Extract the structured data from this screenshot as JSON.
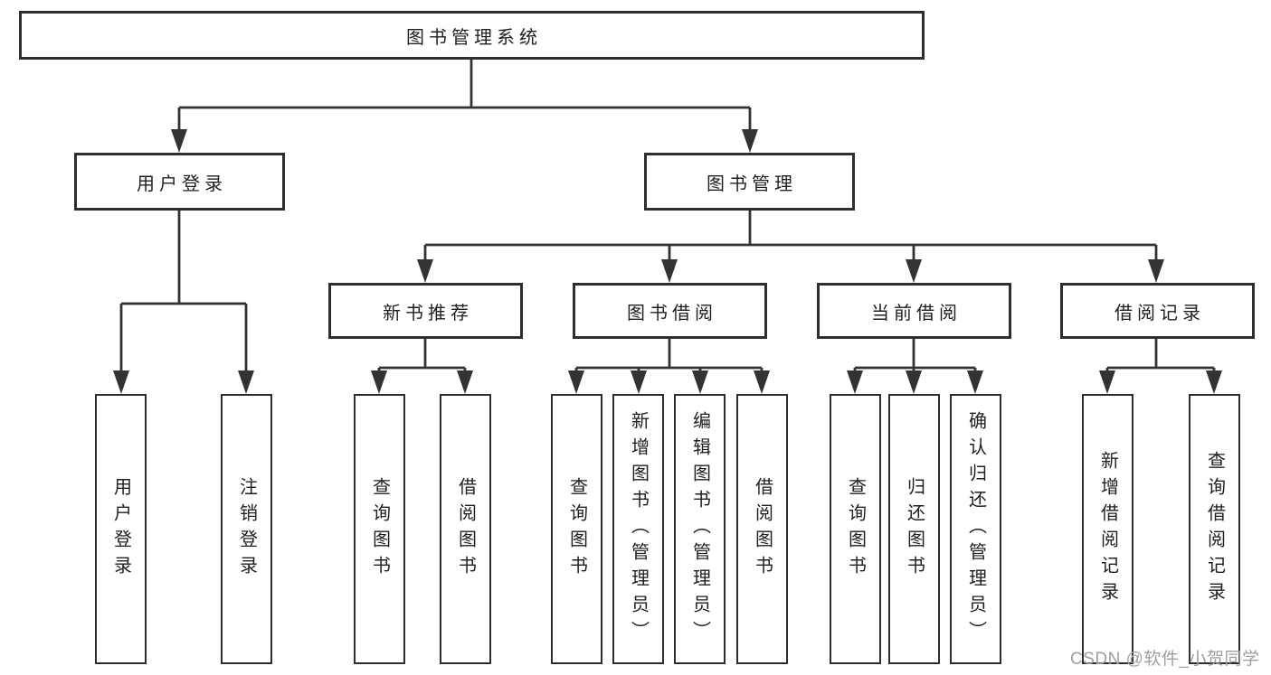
{
  "colors": {
    "line": "#333333",
    "box_border": "#2e2e2e",
    "box_fill": "#ffffff",
    "text": "#1f1f1f",
    "watermark": "#9f9f9f",
    "page_bg": "#ffffff"
  },
  "diagram": {
    "title": "图书管理系统",
    "root": {
      "label": "图书管理系统"
    },
    "level2": [
      {
        "label": "用户登录"
      },
      {
        "label": "图书管理"
      }
    ],
    "level3": [
      {
        "label": "新书推荐"
      },
      {
        "label": "图书借阅"
      },
      {
        "label": "当前借阅"
      },
      {
        "label": "借阅记录"
      }
    ],
    "leaves": [
      {
        "label": "用户登录"
      },
      {
        "label": "注销登录"
      },
      {
        "label": "查询图书"
      },
      {
        "label": "借阅图书"
      },
      {
        "label": "查询图书"
      },
      {
        "label": "新增图书（管理员）"
      },
      {
        "label": "编辑图书（管理员）"
      },
      {
        "label": "借阅图书"
      },
      {
        "label": "查询图书"
      },
      {
        "label": "归还图书"
      },
      {
        "label": "确认归还（管理员）"
      },
      {
        "label": "新增借阅记录"
      },
      {
        "label": "查询借阅记录"
      }
    ]
  },
  "watermark": {
    "text": "CSDN @软件_小贺同学"
  }
}
